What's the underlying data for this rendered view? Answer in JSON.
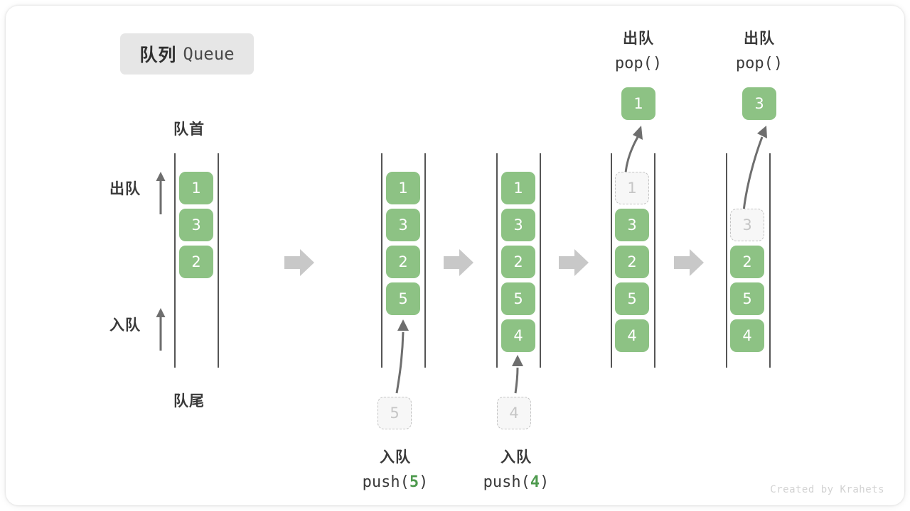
{
  "title": {
    "zh": "队列",
    "en": "Queue"
  },
  "labels": {
    "front": "队首",
    "rear": "队尾",
    "dequeue": "出队",
    "enqueue": "入队"
  },
  "colors": {
    "cell_fill": "#8dc284",
    "cell_text": "#ffffff",
    "ghost_fill": "#f7f7f7",
    "ghost_border": "#c3c3c3",
    "ghost_text": "#c6c6c6",
    "rail": "#555555",
    "arrow": "#6e6e6e",
    "separator": "#c8c8c8",
    "badge_bg": "#e6e6e6",
    "code_num": "#4e9a4e"
  },
  "operations": {
    "push5": {
      "cn": "入队",
      "code_pre": "push(",
      "code_num": "5",
      "code_post": ")"
    },
    "push4": {
      "cn": "入队",
      "code_pre": "push(",
      "code_num": "4",
      "code_post": ")"
    },
    "pop1": {
      "cn": "出队",
      "code": "pop()"
    },
    "pop2": {
      "cn": "出队",
      "code": "pop()"
    }
  },
  "stages": [
    {
      "id": "stage-initial",
      "cells": [
        {
          "value": "1",
          "state": "solid"
        },
        {
          "value": "3",
          "state": "solid"
        },
        {
          "value": "2",
          "state": "solid"
        }
      ]
    },
    {
      "id": "stage-after-push-5",
      "cells": [
        {
          "value": "1",
          "state": "solid"
        },
        {
          "value": "3",
          "state": "solid"
        },
        {
          "value": "2",
          "state": "solid"
        },
        {
          "value": "5",
          "state": "solid"
        }
      ],
      "incoming": {
        "value": "5",
        "state": "ghost"
      }
    },
    {
      "id": "stage-after-push-4",
      "cells": [
        {
          "value": "1",
          "state": "solid"
        },
        {
          "value": "3",
          "state": "solid"
        },
        {
          "value": "2",
          "state": "solid"
        },
        {
          "value": "5",
          "state": "solid"
        },
        {
          "value": "4",
          "state": "solid"
        }
      ],
      "incoming": {
        "value": "4",
        "state": "ghost"
      }
    },
    {
      "id": "stage-after-pop-1",
      "cells": [
        {
          "value": "1",
          "state": "ghost"
        },
        {
          "value": "3",
          "state": "solid"
        },
        {
          "value": "2",
          "state": "solid"
        },
        {
          "value": "5",
          "state": "solid"
        },
        {
          "value": "4",
          "state": "solid"
        }
      ],
      "outgoing": {
        "value": "1",
        "state": "solid"
      }
    },
    {
      "id": "stage-after-pop-3",
      "cells": [
        {
          "value": "",
          "state": "empty"
        },
        {
          "value": "3",
          "state": "ghost"
        },
        {
          "value": "2",
          "state": "solid"
        },
        {
          "value": "5",
          "state": "solid"
        },
        {
          "value": "4",
          "state": "solid"
        }
      ],
      "outgoing": {
        "value": "3",
        "state": "solid"
      }
    }
  ],
  "credit": "Created by Krahets"
}
